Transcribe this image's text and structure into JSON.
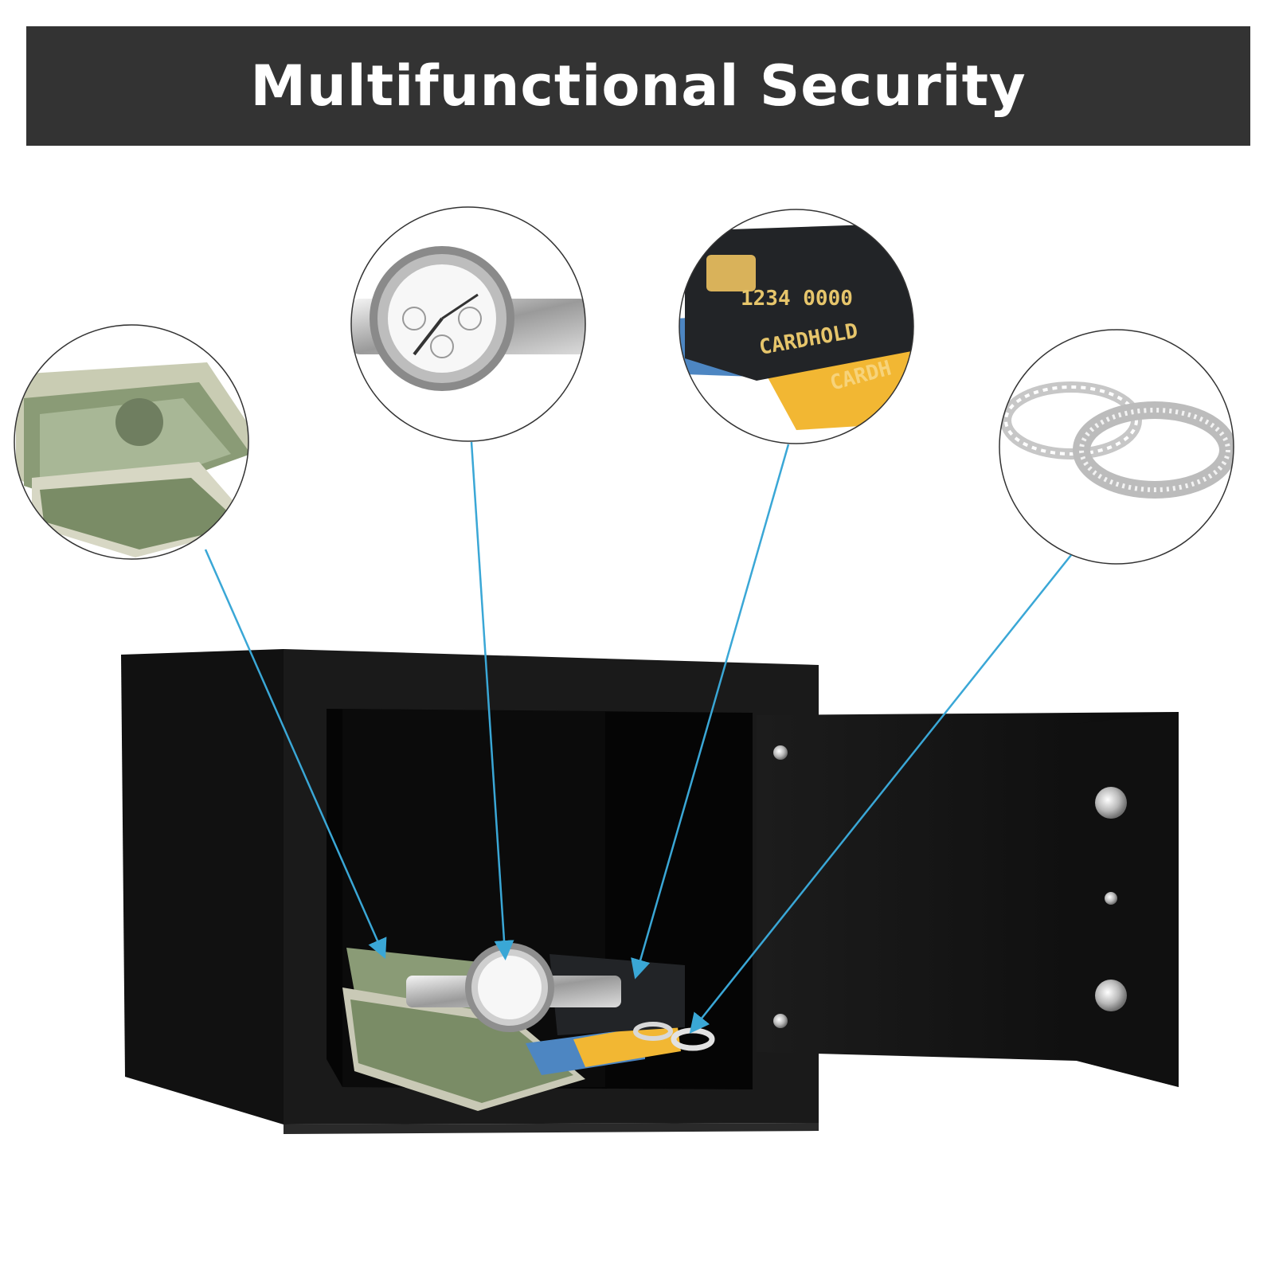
{
  "banner": {
    "title": "Multifunctional Security"
  },
  "callouts": [
    {
      "item": "cash-bundle",
      "icon": "cash-icon"
    },
    {
      "item": "wristwatch",
      "icon": "watch-icon"
    },
    {
      "item": "credit-cards",
      "icon": "credit-card-icon"
    },
    {
      "item": "rings",
      "icon": "ring-icon"
    }
  ],
  "cards": {
    "number": "1234 0000",
    "holder_front": "CARDHOLD",
    "holder_back": "CARDH"
  },
  "colors": {
    "banner_bg": "#333333",
    "banner_text": "#ffffff",
    "arrow": "#3aa7d6",
    "safe_body": "#151515",
    "card_black": "#222427",
    "card_gold": "#f2b733",
    "card_blue": "#4d86c2",
    "cash_green": "#7a8c66"
  }
}
